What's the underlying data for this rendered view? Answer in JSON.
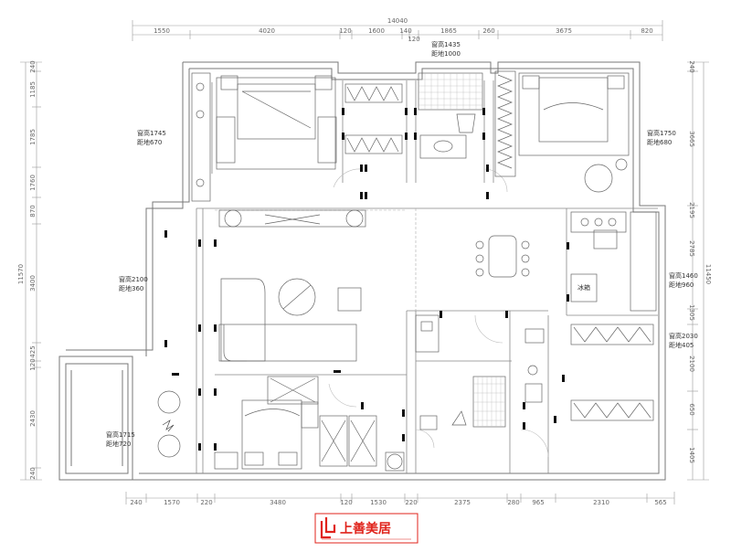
{
  "top_dimensions": {
    "overall": "14040",
    "segments": [
      "1550",
      "4020",
      "120",
      "1600",
      "140",
      "120",
      "1865",
      "260",
      "3675",
      "820"
    ]
  },
  "bottom_dimensions": {
    "segments": [
      "240",
      "1570",
      "220",
      "3480",
      "120",
      "1530",
      "220",
      "2375",
      "280",
      "965",
      "2310",
      "565"
    ]
  },
  "left_dimensions": {
    "overall": "11570",
    "segments": [
      "240",
      "1185",
      "1785",
      "1760",
      "870",
      "3400",
      "425",
      "120",
      "2430",
      "240"
    ]
  },
  "right_dimensions": {
    "overall": "11450",
    "segments": [
      "240",
      "3665",
      "2785",
      "2195",
      "1305",
      "650",
      "2100",
      "1405"
    ]
  },
  "window_notes": [
    {
      "height": "窗高1435",
      "sill": "距地1000"
    },
    {
      "height": "窗高1745",
      "sill": "距地670"
    },
    {
      "height": "窗高1750",
      "sill": "距地680"
    },
    {
      "height": "窗高2100",
      "sill": "距地360"
    },
    {
      "height": "窗高1460",
      "sill": "距地960"
    },
    {
      "height": "窗高2030",
      "sill": "距地405"
    },
    {
      "height": "窗高1715",
      "sill": "距地720"
    }
  ],
  "fridge_label": "冰箱",
  "logo": {
    "text": "上善美居",
    "accent": "#e0231b"
  }
}
